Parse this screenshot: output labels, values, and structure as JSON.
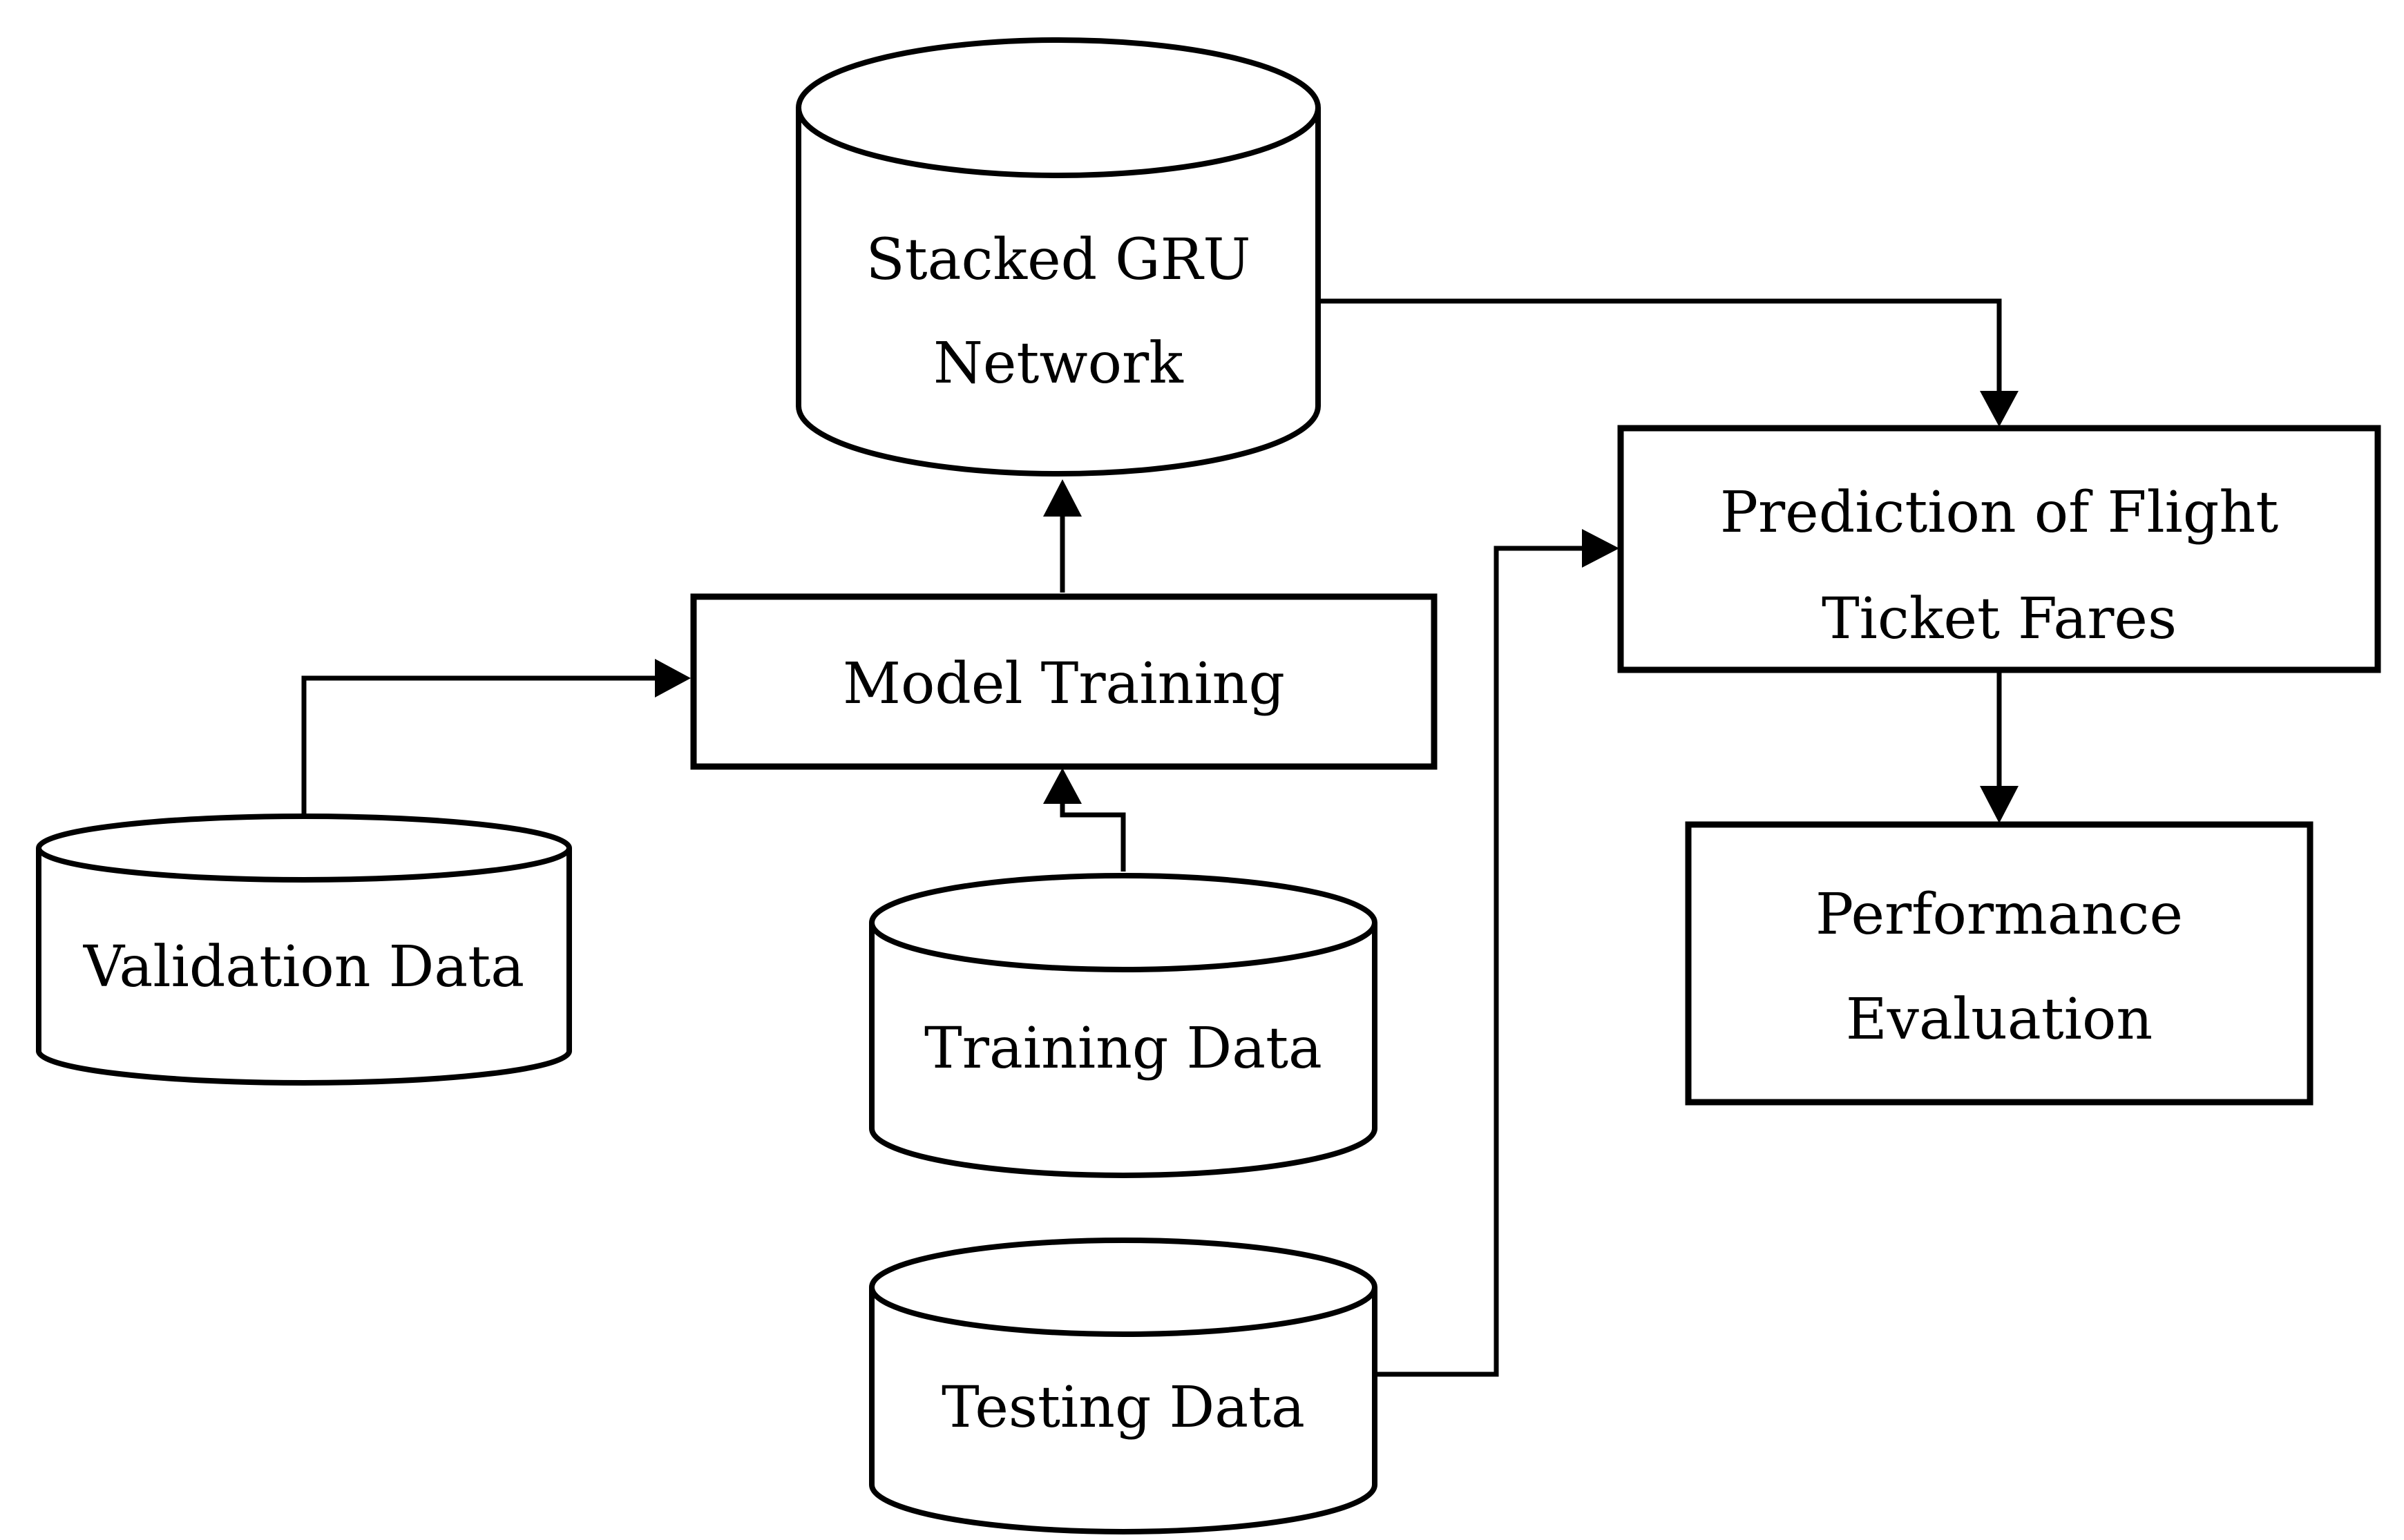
{
  "nodes": {
    "gru": {
      "line1": "Stacked GRU",
      "line2": "Network"
    },
    "model_training": {
      "label": "Model Training"
    },
    "prediction": {
      "line1": "Prediction of Flight",
      "line2": "Ticket Fares"
    },
    "performance": {
      "line1": "Performance",
      "line2": "Evaluation"
    },
    "validation": {
      "label": "Validation Data"
    },
    "training": {
      "label": "Training Data"
    },
    "testing": {
      "label": "Testing Data"
    }
  },
  "colors": {
    "stroke": "#000000",
    "fill": "#ffffff"
  }
}
